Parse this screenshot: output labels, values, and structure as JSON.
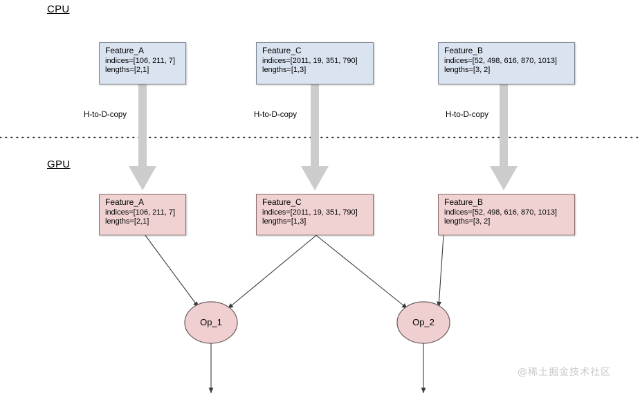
{
  "diagram": {
    "title_cpu": "CPU",
    "title_gpu": "GPU",
    "divider": "dotted-separator",
    "colors": {
      "cpu_box_fill": "#dae3f0",
      "cpu_box_stroke": "#7b8592",
      "gpu_box_fill": "#f0d2d2",
      "gpu_box_stroke": "#8a6f6f",
      "op_fill": "#efcfcf",
      "op_stroke": "#6b5b5b",
      "copy_arrow": "#cccccc",
      "edge_line": "#3a3a3a",
      "watermark": "#c9c9c9"
    }
  },
  "cpu_nodes": [
    {
      "name": "Feature_A",
      "indices": "indices=[106, 211, 7]",
      "lengths": "lengths=[2,1]"
    },
    {
      "name": "Feature_C",
      "indices": "indices=[2011, 19, 351, 790]",
      "lengths": "lengths=[1,3]"
    },
    {
      "name": "Feature_B",
      "indices": "indices=[52, 498, 616, 870, 1013]",
      "lengths": "lengths=[3, 2]"
    }
  ],
  "gpu_nodes": [
    {
      "name": "Feature_A",
      "indices": "indices=[106, 211, 7]",
      "lengths": "lengths=[2,1]"
    },
    {
      "name": "Feature_C",
      "indices": "indices=[2011, 19, 351, 790]",
      "lengths": "lengths=[1,3]"
    },
    {
      "name": "Feature_B",
      "indices": "indices=[52, 498, 616, 870, 1013]",
      "lengths": "lengths=[3, 2]"
    }
  ],
  "copy_labels": [
    {
      "text": "H-to-D-copy"
    },
    {
      "text": "H-to-D-copy"
    },
    {
      "text": "H-to-D-copy"
    }
  ],
  "ops": [
    {
      "label": "Op_1"
    },
    {
      "label": "Op_2"
    }
  ],
  "watermark": {
    "text": "@稀土掘金技术社区"
  }
}
